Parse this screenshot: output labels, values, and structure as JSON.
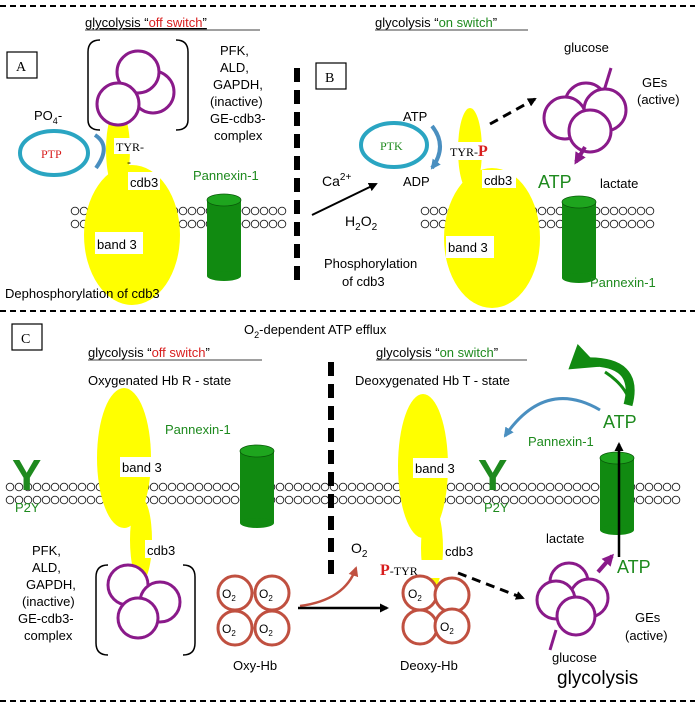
{
  "panel_a": {
    "letter": "A",
    "header_prefix": "glycolysis “",
    "header_switch": "off switch",
    "header_suffix": "”",
    "enzymes": [
      "PFK,",
      "ALD,",
      "GAPDH,",
      "(inactive)",
      "GE-cdb3-",
      "complex"
    ],
    "po4": "PO",
    "po4_sub": "4",
    "po4_sup": "-",
    "ptp": "PTP",
    "tyr": "TYR-",
    "dash": "-",
    "cdb3": "cdb3",
    "pannexin": "Pannexin-1",
    "band3": "band 3",
    "caption": "Dephosphorylation of cdb3"
  },
  "panel_b": {
    "letter": "B",
    "header_prefix": "glycolysis “",
    "header_switch": "on switch",
    "header_suffix": "”",
    "glucose": "glucose",
    "ges": "GEs",
    "active": "(active)",
    "atp_in": "ATP",
    "ptk": "PTK",
    "tyr": "TYR-",
    "p": "P",
    "adp": "ADP",
    "cdb3": "cdb3",
    "atp_out": "ATP",
    "lactate": "lactate",
    "ca": "Ca",
    "ca_sup": "2+",
    "h2o2_h": "H",
    "h2o2_2a": "2",
    "h2o2_o": "O",
    "h2o2_2b": "2",
    "band3": "band 3",
    "phos_line1": "Phosphorylation",
    "phos_line2": "of cdb3",
    "pannexin": "Pannexin-1"
  },
  "panel_c": {
    "letter": "C",
    "title_o": "O",
    "title_sub": "2",
    "title_rest": "-dependent ATP efflux",
    "off_prefix": "glycolysis “",
    "off_switch": "off switch",
    "off_suffix": "”",
    "on_prefix": "glycolysis “",
    "on_switch": "on switch",
    "on_suffix": "”",
    "oxy_state": "Oxygenated Hb R - state",
    "deoxy_state": "Deoxygenated Hb T - state",
    "pannexin_left": "Pannexin-1",
    "pannexin_right": "Pannexin-1",
    "atp_top": "ATP",
    "band3_left": "band 3",
    "band3_right": "band 3",
    "y_left": "Y",
    "y_right": "Y",
    "p2y_left": "P2Y",
    "p2y_right": "P2Y",
    "enzymes": [
      "PFK,",
      "ALD,",
      "GAPDH,",
      "(inactive)",
      "GE-cdb3-",
      "complex"
    ],
    "cdb3_left": "cdb3",
    "o2_o": "O",
    "o2_sub": "2",
    "p_tyr_p": "P",
    "p_tyr_rest": "-TYR",
    "cdb3_right": "cdb3",
    "lactate": "lactate",
    "atp_bottom": "ATP",
    "ges": "GEs",
    "active": "(active)",
    "oxy_hb": "Oxy-Hb",
    "deoxy_hb": "Deoxy-Hb",
    "glucose": "glucose",
    "glycolysis": "glycolysis"
  },
  "colors": {
    "red_text": "#d81e1e",
    "green_text": "#1e8a1e",
    "band3": "#ffff00",
    "pannexin": "#118a11",
    "purple": "#8a1a8a",
    "teal": "#2aa5c2",
    "hb_ring": "#c05040"
  }
}
